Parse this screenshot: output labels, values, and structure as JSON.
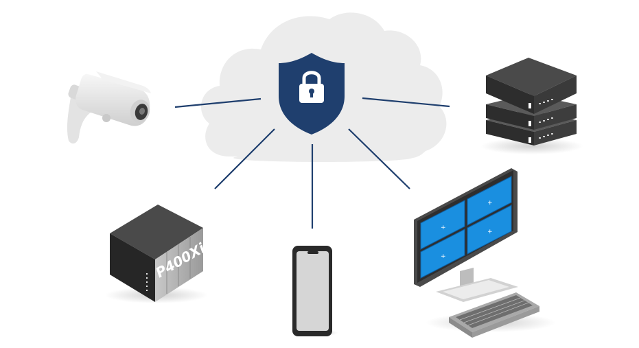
{
  "diagram": {
    "center": {
      "icon": "cloud-shield-lock-icon",
      "color": "#1f3f6e"
    },
    "nodes": [
      {
        "id": "camera",
        "icon": "security-camera-icon"
      },
      {
        "id": "server",
        "icon": "server-rack-icon"
      },
      {
        "id": "nas",
        "icon": "nas-storage-icon",
        "label": "P400Xi"
      },
      {
        "id": "phone",
        "icon": "smartphone-icon"
      },
      {
        "id": "workstation",
        "icon": "monitor-keyboard-icon",
        "screen_color": "#1a8fe0"
      }
    ],
    "connector_color": "#1f3f6e"
  }
}
